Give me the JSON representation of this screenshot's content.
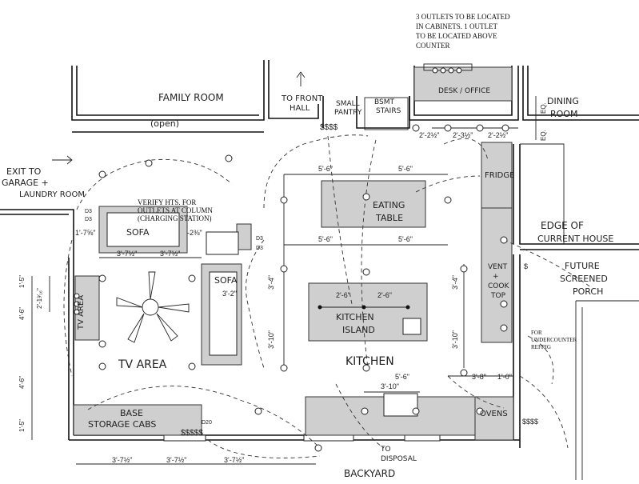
{
  "notes": {
    "outlets_line1": "3 OUTLETS TO BE LOCATED",
    "outlets_line2": "IN CABINETS.   1 OUTLET",
    "outlets_line3": "TO BE LOCATED ABOVE",
    "outlets_line4": "COUNTER",
    "verify_line1": "VERIFY HTS. FOR",
    "verify_line2": "OUTLETS AT COLUMN",
    "verify_line3": "(CHARGING STATION)",
    "under_line1": "FOR",
    "under_line2": "UNDERCOUNTER",
    "under_line3": "REFRIG"
  },
  "rooms": {
    "family_room": "FAMILY ROOM",
    "family_open": "(open)",
    "to_front_hall_1": "TO FRONT",
    "to_front_hall_2": "HALL",
    "small_pantry_1": "SMALL",
    "small_pantry_2": "PANTRY",
    "bsmt_stairs_1": "BSMT",
    "bsmt_stairs_2": "STAIRS",
    "desk_office": "DESK / OFFICE",
    "dining_1": "DINING",
    "dining_2": "ROOM",
    "exit_1": "EXIT TO",
    "exit_2": "GARAGE +",
    "exit_3": "LAUNDRY ROOM",
    "sofa_1": "SOFA",
    "sofa_2": "SOFA",
    "tv_area": "TV AREA",
    "tv_area_main": "TV AREA",
    "eating_table_1": "EATING",
    "eating_table_2": "TABLE",
    "kitchen_island_1": "KITCHEN",
    "kitchen_island_2": "ISLAND",
    "kitchen": "KITCHEN",
    "fridge": "FRIDGE",
    "vent_1": "VENT",
    "vent_2": "+",
    "vent_3": "COOK",
    "vent_4": "TOP",
    "edge_1": "EDGE OF",
    "edge_2": "CURRENT HOUSE",
    "porch_1": "FUTURE",
    "porch_2": "SCREENED",
    "porch_3": "PORCH",
    "base_storage_1": "BASE",
    "base_storage_2": "STORAGE CABS",
    "ovens": "OVENS",
    "to_disposal_1": "TO",
    "to_disposal_2": "DISPOSAL",
    "backyard": "BACKYARD"
  },
  "dims": {
    "d_2_2half_a": "2'-2½\"",
    "d_2_3half": "2'-3½\"",
    "d_2_2half_b": "2'-2½\"",
    "eq1": "EQ.",
    "eq2": "EQ.",
    "d_5_6_a": "5'-6\"",
    "d_5_6_b": "5'-6\"",
    "d_5_6_c": "5'-6\"",
    "d_5_6_d": "5'-6\"",
    "d_5_6_e": "5'-6\"",
    "d_3_4_a": "3'-4\"",
    "d_3_4_b": "3'-4\"",
    "d_3_10_a": "3'-10\"",
    "d_3_10_b": "3'-10\"",
    "d_3_10_c": "3'-10\"",
    "d_3_8": "3'-8\"",
    "d_1_0": "1'-0\"",
    "d_2_6_a": "2'-6\"",
    "d_2_6_b": "2'-6\"",
    "d_3_7half_a": "3'-7½\"",
    "d_3_7half_b": "3'-7½\"",
    "d_3_7half_c": "3'-7½\"",
    "d_3_7half_d": "3'-7½\"",
    "d_3_7half_e": "3'-7½\"",
    "d_1_7_5_8": "1'-7⅝\"",
    "d_2_3_8": "-2⅜\"",
    "d_3_2": "3'-2\"",
    "d_2_1_3_16": "2'-1³⁄₁₆\"",
    "d_1_5": "1'-5\"",
    "d_4_6": "4'-6\"",
    "d_4_6_b": "4'-6\"",
    "d_1_5_b": "1'-5\"",
    "d3_a": "D3",
    "d3_b": "D3",
    "d3_c": "D3",
    "d3_d": "D3",
    "d20": "D20"
  }
}
